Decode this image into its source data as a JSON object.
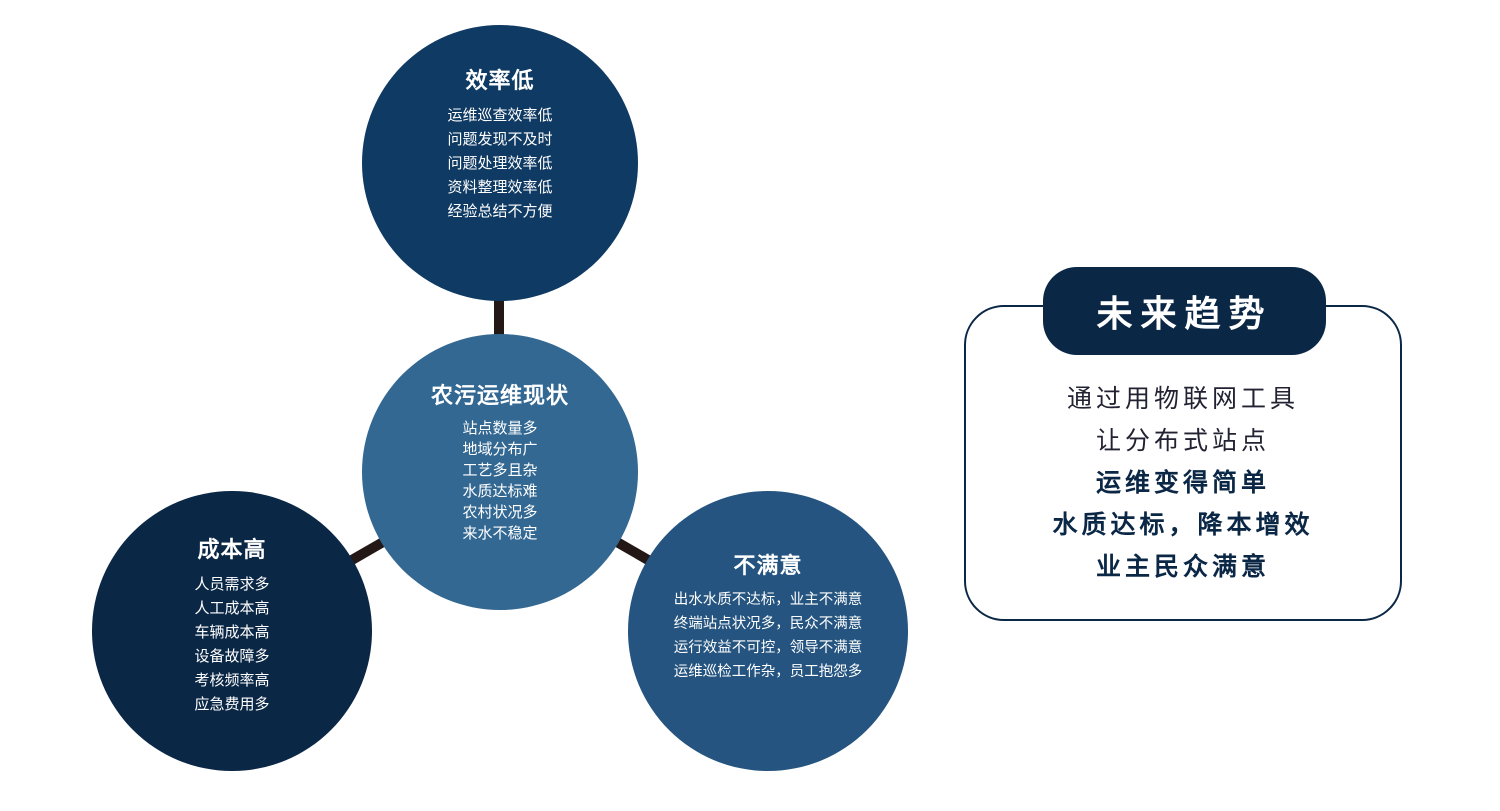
{
  "diagram": {
    "center": {
      "title": "农污运维现状",
      "lines": [
        "站点数量多",
        "地域分布广",
        "工艺多且杂",
        "水质达标难",
        "农村状况多",
        "来水不稳定"
      ],
      "color": "#336893"
    },
    "top": {
      "title": "效率低",
      "lines": [
        "运维巡查效率低",
        "问题发现不及时",
        "问题处理效率低",
        "资料整理效率低",
        "经验总结不方便"
      ],
      "color": "#0f3a63"
    },
    "left": {
      "title": "成本高",
      "lines": [
        "人员需求多",
        "人工成本高",
        "车辆成本高",
        "设备故障多",
        "考核频率高",
        "应急费用多"
      ],
      "color": "#0b2746"
    },
    "right": {
      "title": "不满意",
      "lines": [
        "出水水质不达标，业主不满意",
        "终端站点状况多，民众不满意",
        "运行效益不可控，领导不满意",
        "运维巡检工作杂，员工抱怨多"
      ],
      "color": "#24547f"
    },
    "connector_color": "#231815"
  },
  "trend": {
    "header": "未来趋势",
    "lines": [
      {
        "text": "通过用物联网工具",
        "bold": false
      },
      {
        "text": "让分布式站点",
        "bold": false
      },
      {
        "text": "运维变得简单",
        "bold": true
      },
      {
        "text": "水质达标，降本增效",
        "bold": true
      },
      {
        "text": "业主民众满意",
        "bold": true
      }
    ],
    "color": "#0b2746"
  }
}
